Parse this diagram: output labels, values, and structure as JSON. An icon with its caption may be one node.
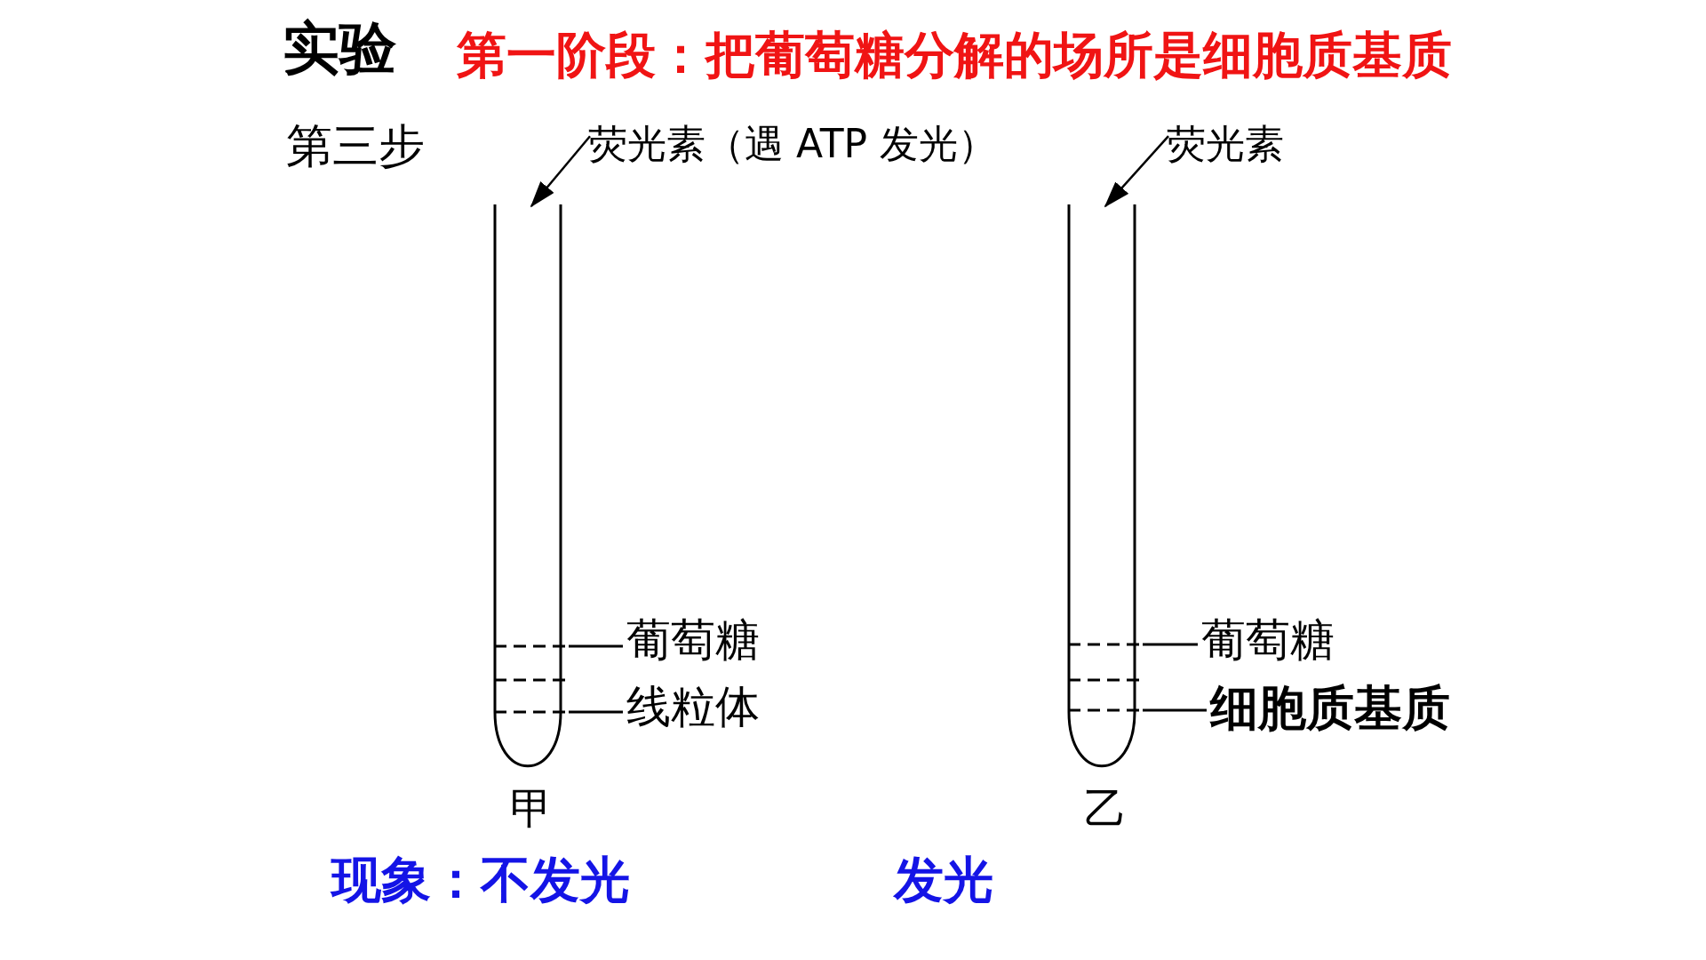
{
  "diagram": {
    "title": "实验",
    "nodes": [
      {
        "text": [
          "荧光素（遇 ATP 发光）"
        ]
      },
      {
        "text": [
          "荧光素"
        ]
      },
      {
        "text": [],
        "shape": "tube",
        "beside": [
          "甲"
        ]
      },
      {
        "text": [],
        "shape": "line",
        "in": 2
      },
      {
        "text": [],
        "shape": "line",
        "in": 2
      },
      {
        "text": [],
        "shape": "line",
        "in": 2
      },
      {
        "text": [
          "葡萄糖"
        ]
      },
      {
        "text": [
          "线粒体"
        ]
      },
      {
        "text": [],
        "shape": "tube",
        "beside": [
          "乙"
        ]
      },
      {
        "text": [],
        "shape": "line",
        "in": 8
      },
      {
        "text": [],
        "shape": "line",
        "in": 8
      },
      {
        "text": [],
        "shape": "line",
        "in": 8
      },
      {
        "text": [
          "葡萄糖"
        ]
      },
      {
        "text": [
          "细胞质基质"
        ]
      }
    ],
    "edges": [
      {
        "from": 0,
        "to": 2,
        "arrow": "to"
      },
      {
        "from": 1,
        "to": 8,
        "arrow": "to"
      },
      {
        "from": 6,
        "to": 3,
        "arrow": "none"
      },
      {
        "from": 7,
        "to": 5,
        "arrow": "none"
      },
      {
        "from": 12,
        "to": 9,
        "arrow": "none"
      },
      {
        "from": 13,
        "to": 11,
        "arrow": "none"
      }
    ],
    "labels": [
      "第一阶段：把葡萄糖分解的场所是细胞质基质",
      "第三步",
      "现象：不发光",
      "发光"
    ]
  }
}
